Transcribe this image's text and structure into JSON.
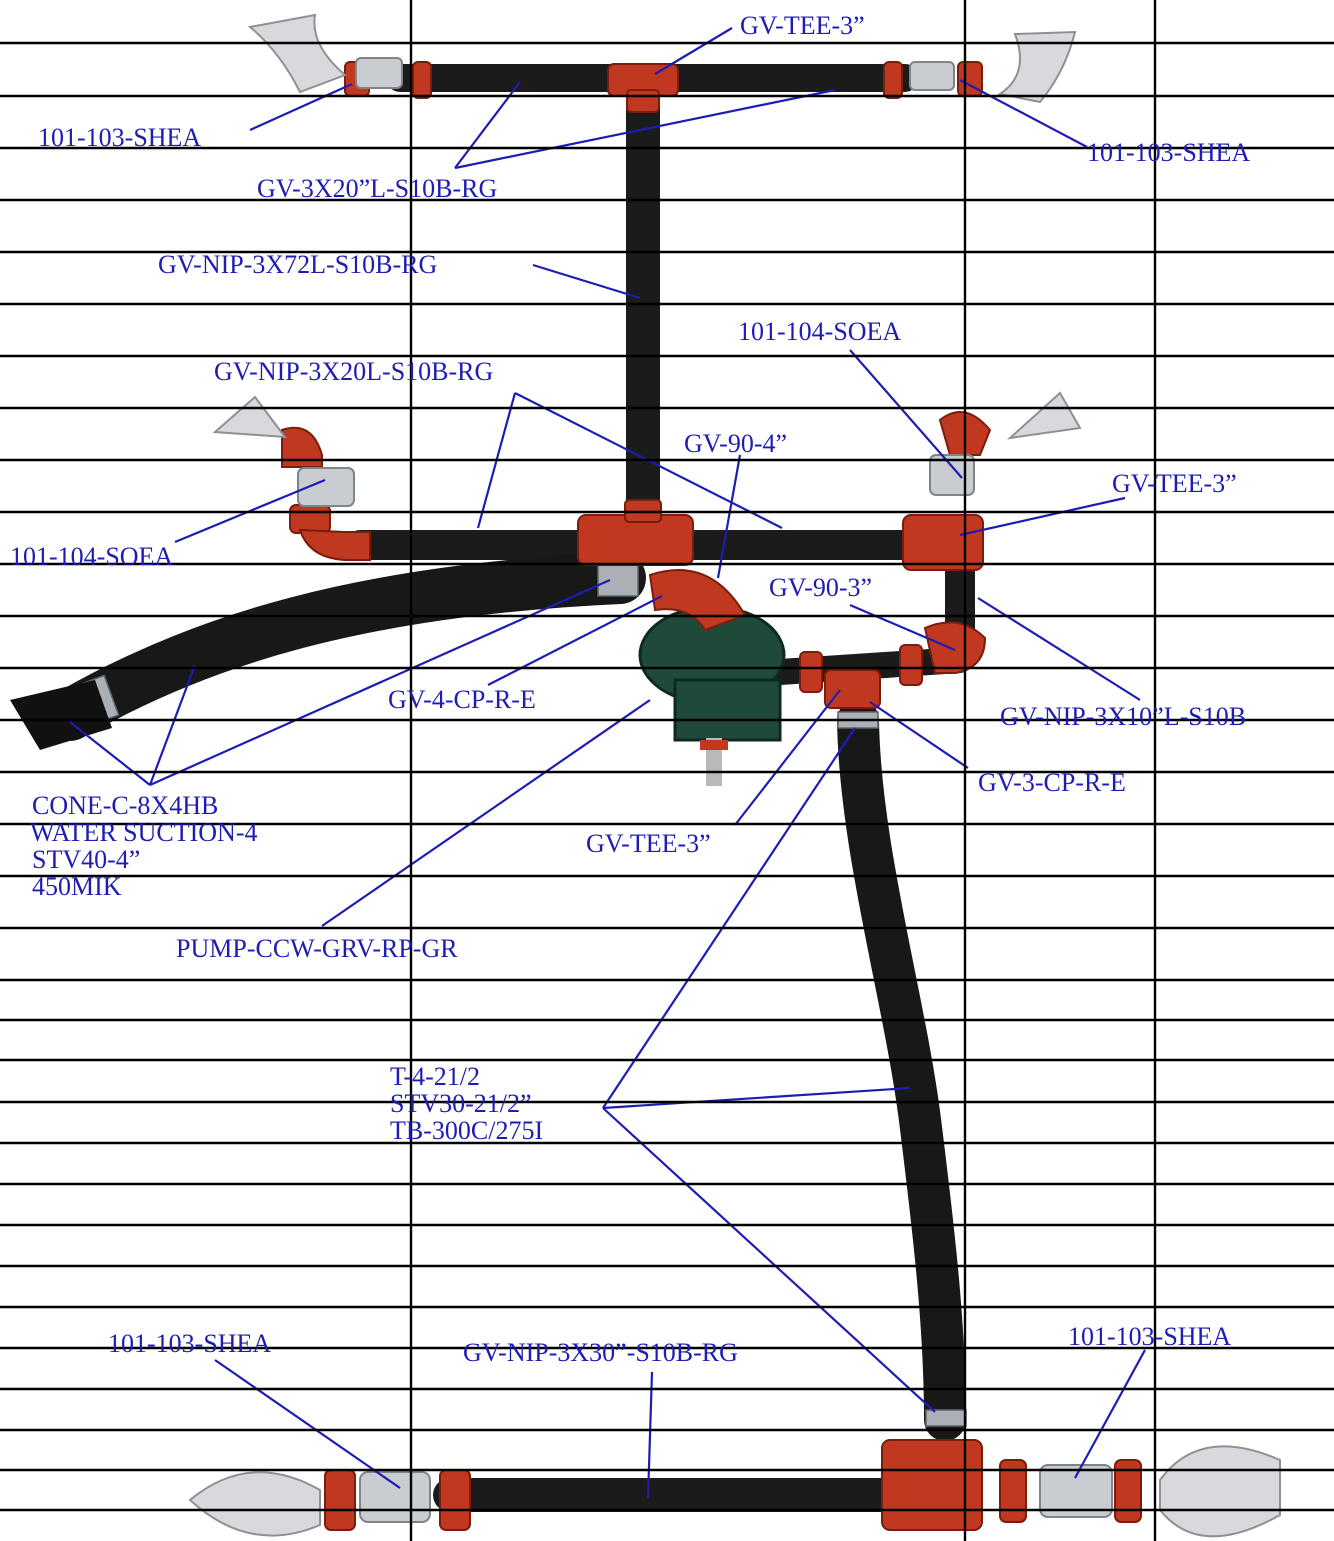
{
  "labels": {
    "top_tee": "GV-TEE-3”",
    "top_left_valve": "101-103-SHEA",
    "top_right_valve": "101-103-SHEA",
    "top_nipples": "GV-3X20”L-S10B-RG",
    "riser_nipple": "GV-NIP-3X72L-S10B-RG",
    "right_valve_104": "101-104-SOEA",
    "mid_nipples": "GV-NIP-3X20L-S10B-RG",
    "elbow_4": "GV-90-4”",
    "right_tee": "GV-TEE-3”",
    "left_valve_104": "101-104-SOEA",
    "elbow_3": "GV-90-3”",
    "cap_4": "GV-4-CP-R-E",
    "nip_10": "GV-NIP-3X10”L-S10B",
    "cap_3": "GV-3-CP-R-E",
    "suction_block": [
      "CONE-C-8X4HB",
      "WATER SUCTION-4",
      "STV40-4”",
      "450MIK"
    ],
    "lower_tee": "GV-TEE-3”",
    "pump": "PUMP-CCW-GRV-RP-GR",
    "hose_block": [
      "T-4-21/2",
      "STV30-21/2”",
      "TB-300C/275I"
    ],
    "bottom_left_valve": "101-103-SHEA",
    "bottom_nipple": "GV-NIP-3X30”-S10B-RG",
    "bottom_right_valve": "101-103-SHEA"
  },
  "colors": {
    "label_blue": "#1d1db4",
    "pipe_black": "#1b1b1b",
    "fitting_red": "#c0381f",
    "pump_green": "#1f4a3a",
    "valve_gray": "#c9ccd0"
  }
}
